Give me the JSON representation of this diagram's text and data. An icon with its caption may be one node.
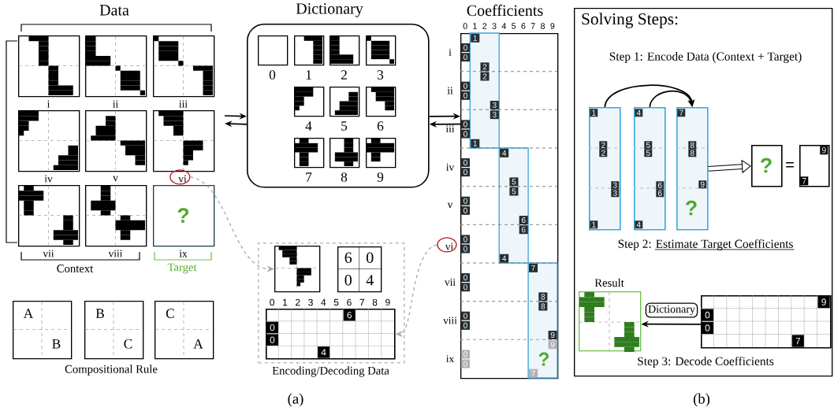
{
  "diagram": {
    "nodes": [
      {
        "text": [],
        "shape": "picture",
        "beside": [
          "i"
        ]
      },
      {
        "text": [],
        "shape": "picture",
        "beside": [
          "ii"
        ]
      },
      {
        "text": [],
        "shape": "picture",
        "beside": [
          "iii"
        ]
      },
      {
        "text": [],
        "shape": "picture",
        "beside": [
          "iv"
        ]
      },
      {
        "text": [],
        "shape": "picture",
        "beside": [
          "v"
        ]
      },
      {
        "text": [],
        "shape": "picture"
      },
      {
        "text": [],
        "shape": "picture",
        "beside": [
          "vii"
        ]
      },
      {
        "text": [],
        "shape": "picture",
        "beside": [
          "viii"
        ]
      },
      {
        "text": [
          "?"
        ],
        "beside": [
          "ix"
        ]
      },
      {
        "text": [
          "vi"
        ]
      },
      {
        "text": [
          "A",
          "B"
        ]
      },
      {
        "text": [
          "B",
          "C"
        ]
      },
      {
        "text": [
          "C",
          "A"
        ]
      },
      {
        "text": [
          "Dictionary"
        ]
      },
      {
        "text": [],
        "shape": "box",
        "beside": [
          "0"
        ],
        "in": 13
      },
      {
        "text": [],
        "shape": "picture",
        "beside": [
          "1"
        ],
        "in": 13
      },
      {
        "text": [],
        "shape": "picture",
        "beside": [
          "2"
        ],
        "in": 13
      },
      {
        "text": [],
        "shape": "picture",
        "beside": [
          "3"
        ],
        "in": 13
      },
      {
        "text": [],
        "shape": "picture",
        "beside": [
          "4"
        ],
        "in": 13
      },
      {
        "text": [],
        "shape": "picture",
        "beside": [
          "5"
        ],
        "in": 13
      },
      {
        "text": [],
        "shape": "picture",
        "beside": [
          "6"
        ],
        "in": 13
      },
      {
        "text": [],
        "shape": "picture",
        "beside": [
          "7"
        ],
        "in": 13
      },
      {
        "text": [],
        "shape": "picture",
        "beside": [
          "8"
        ],
        "in": 13
      },
      {
        "text": [],
        "shape": "picture",
        "beside": [
          "9"
        ],
        "in": 13
      },
      {
        "text": [
          "Coefficients"
        ]
      },
      {
        "text": [
          "vi"
        ]
      },
      {
        "text": [
          "Encoding/Decoding Data"
        ]
      },
      {
        "text": [],
        "shape": "picture",
        "in": 26
      },
      {
        "text": [
          "6",
          "0",
          "0",
          "4"
        ],
        "in": 26
      },
      {
        "text": [
          "6",
          "0",
          "0",
          "4"
        ],
        "in": 26
      },
      {
        "text": [
          "Solving Steps:",
          "Step 1: Encode Data (Context + Target)",
          "Step 2: Estimate Target Coefficients",
          "Step 3: Decode Coefficients"
        ]
      },
      {
        "text": [
          "1",
          "2",
          "2",
          "3",
          "3",
          "1"
        ],
        "in": 30
      },
      {
        "text": [
          "4",
          "5",
          "5",
          "6",
          "6",
          "4"
        ],
        "in": 30
      },
      {
        "text": [
          "7",
          "8",
          "8",
          "9",
          "?"
        ],
        "in": 30
      },
      {
        "text": [
          "?"
        ],
        "in": 30
      },
      {
        "text": [
          "9",
          "7"
        ],
        "in": 30
      },
      {
        "text": [
          "Result"
        ],
        "in": 30
      },
      {
        "text": [
          "9",
          "0",
          "0",
          "7"
        ],
        "in": 30
      }
    ],
    "edges": [
      {
        "from": null,
        "to": 13,
        "arrow": "to"
      },
      {
        "from": 13,
        "to": null,
        "arrow": "to"
      },
      {
        "from": 13,
        "to": 24,
        "arrow": "to"
      },
      {
        "from": 24,
        "to": 13,
        "arrow": "to"
      },
      {
        "from": 9,
        "to": 27,
        "arrow": "to",
        "style": "dashed",
        "color": "#aaaaaa"
      },
      {
        "from": 25,
        "to": 29,
        "arrow": "to",
        "style": "dashed",
        "color": "#aaaaaa"
      },
      {
        "from": 31,
        "to": 33,
        "arrow": "to"
      },
      {
        "from": 32,
        "to": 33,
        "arrow": "to"
      },
      {
        "from": 33,
        "to": 34,
        "arrow": "to",
        "style": "thick"
      },
      {
        "from": 37,
        "to": 36,
        "arrow": "to",
        "label": "Dictionary"
      }
    ],
    "labels": [
      "Data",
      "Context",
      "Target",
      "Compositional Rule",
      "0",
      "1",
      "2",
      "3",
      "4",
      "5",
      "6",
      "7",
      "8",
      "9",
      "i",
      "ii",
      "iii",
      "iv",
      "v",
      "vii",
      "viii",
      "ix",
      "1",
      "0",
      "0",
      "2",
      "2",
      "0",
      "0",
      "3",
      "3",
      "0",
      "0",
      "1",
      "4",
      "0",
      "0",
      "5",
      "5",
      "0",
      "0",
      "6",
      "6",
      "0",
      "0",
      "4",
      "7",
      "0",
      "0",
      "8",
      "8",
      "0",
      "0",
      "9",
      "9",
      "0",
      "0",
      "7",
      "?",
      "0",
      "1",
      "2",
      "3",
      "4",
      "5",
      "6",
      "7",
      "8",
      "9",
      "=",
      "(a)",
      "(b)"
    ]
  }
}
